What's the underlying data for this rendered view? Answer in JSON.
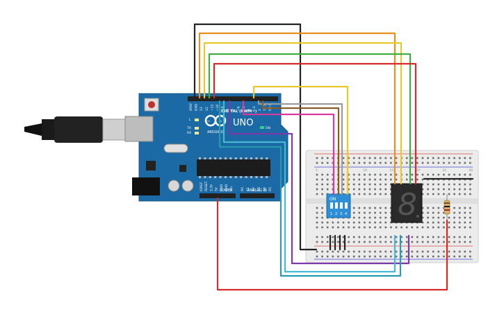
{
  "board": {
    "brand": "ARDUINO",
    "model": "UNO",
    "digital_label": "DIGITAL (PWM~)",
    "power_label": "POWER",
    "analog_label": "ANALOG IN",
    "on_label": "ON",
    "led_l": "L",
    "led_tx": "TX",
    "led_rx": "RX",
    "reset_label": "RESET",
    "digital_pins": [
      "AREF",
      "GND",
      "13",
      "12",
      "~11",
      "~10",
      "~9",
      "8",
      "7",
      "~6",
      "~5",
      "4",
      "~3",
      "2",
      "TX 1",
      "RX 0"
    ],
    "power_pins": [
      "IOREF",
      "RESET",
      "3.3V",
      "5V",
      "GND",
      "GND",
      "Vin"
    ],
    "analog_pins": [
      "A0",
      "A1",
      "A2",
      "A3",
      "A4",
      "A5"
    ]
  },
  "dip_switch": {
    "label": "ON",
    "numbers": [
      "1",
      "2",
      "3",
      "4"
    ]
  },
  "breadboard": {
    "column_numbers": [
      "1",
      "5",
      "10",
      "15",
      "20",
      "25",
      "30"
    ]
  },
  "seven_segment": {
    "digit": "8"
  },
  "colors": {
    "board": "#1b6aa5",
    "black_wire": "#222222",
    "orange_wire": "#e8901a",
    "yellow_wire": "#e8c82a",
    "green_wire": "#3fae3f",
    "red_wire": "#d42a2a",
    "gray_wire": "#9a9a9a",
    "brown_wire": "#8a5a2a",
    "pink_wire": "#d63a9a",
    "purple_wire": "#7a3aaa",
    "cyan_wire": "#46b8d4",
    "teal_wire": "#2a9ab0"
  }
}
